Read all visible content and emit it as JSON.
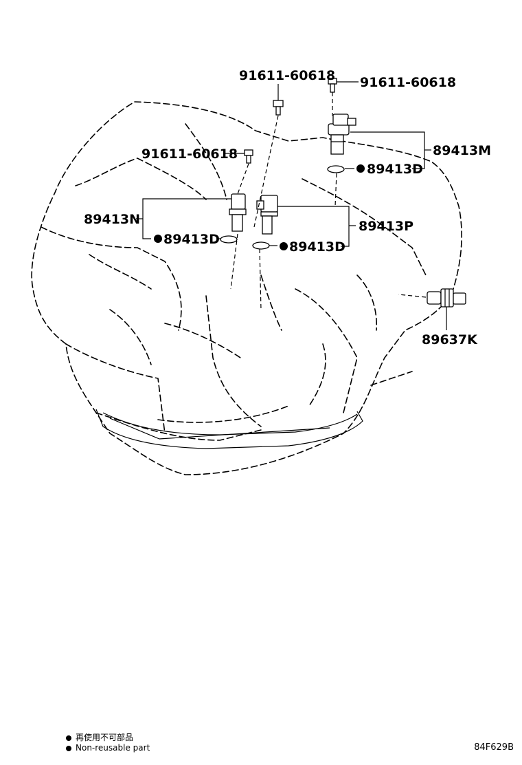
{
  "labels": {
    "bolt_top_center": "91611-60618",
    "bolt_top_right": "91611-60618",
    "bolt_left": "91611-60618",
    "sensor_right": "89413M",
    "sensor_left": "89413N",
    "sensor_center": "89413P",
    "oring_right": "89413D",
    "oring_left": "89413D",
    "oring_center": "89413D",
    "speed_sensor": "89637K"
  },
  "legend": {
    "line_cn": "再使用不可部品",
    "line_en": "Non-reusable part"
  },
  "diagram_code": "84F629B"
}
